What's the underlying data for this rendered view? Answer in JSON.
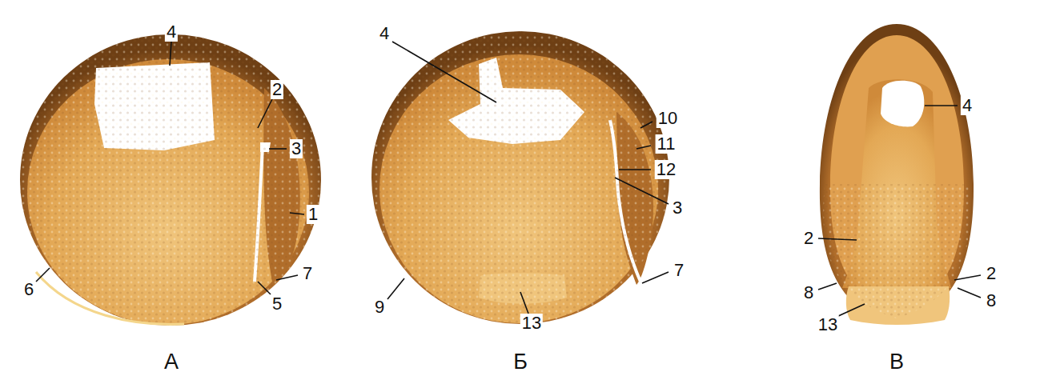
{
  "diagram": {
    "labels": [
      "4",
      "2",
      "3",
      "1",
      "7",
      "5",
      "6",
      "А",
      "4",
      "10",
      "11",
      "12",
      "3",
      "7",
      "13",
      "9",
      "Б",
      "4",
      "2",
      "2",
      "8",
      "8",
      "13",
      "В"
    ]
  }
}
